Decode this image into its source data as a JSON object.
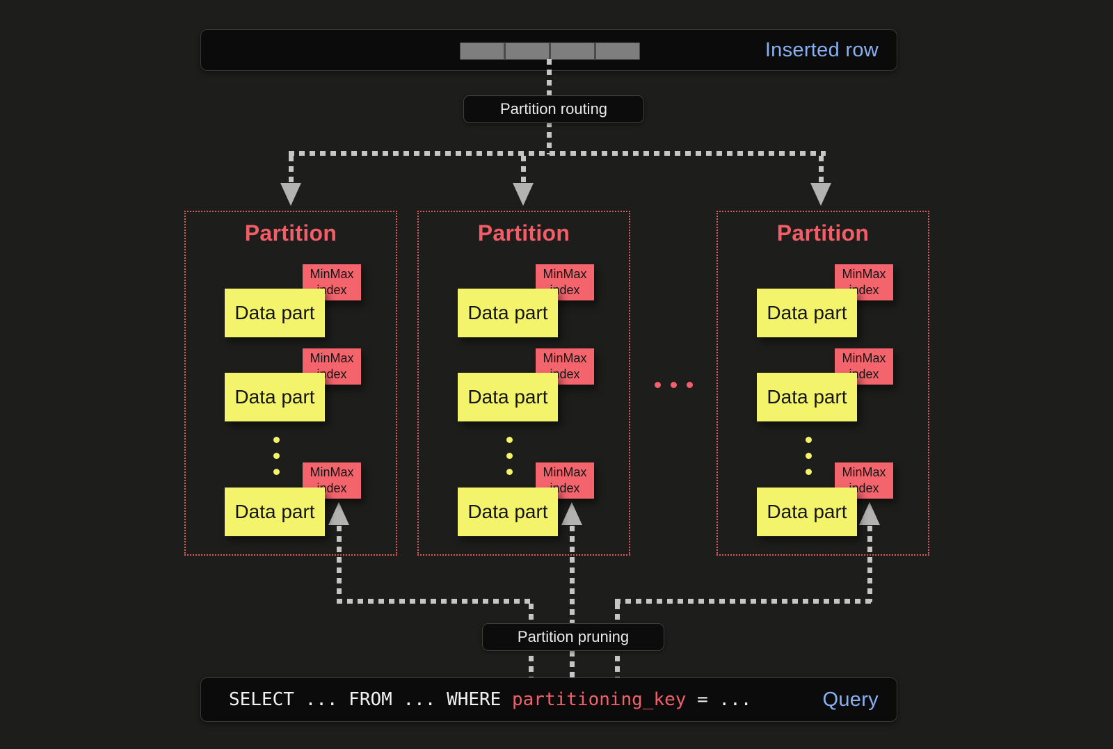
{
  "colors": {
    "background": "#1d1d1b",
    "bar_background": "#0b0b0b",
    "accent_blue": "#88b0f0",
    "salmon": "#f2606b",
    "yellow": "#f4f46c",
    "line_gray": "#c6c6c6",
    "partition_border": "#de5b5e"
  },
  "inserted_row_bar": {
    "label": "Inserted row",
    "cell_count": 4
  },
  "routing_label": "Partition routing",
  "pruning_label": "Partition pruning",
  "labels": {
    "partition_title": "Partition",
    "data_part": "Data part",
    "minmax_line1": "MinMax",
    "minmax_line2": "index"
  },
  "query_bar": {
    "sql_prefix": "SELECT ... FROM ... WHERE ",
    "sql_key": "partitioning_key",
    "sql_suffix": " = ...",
    "label": "Query"
  }
}
